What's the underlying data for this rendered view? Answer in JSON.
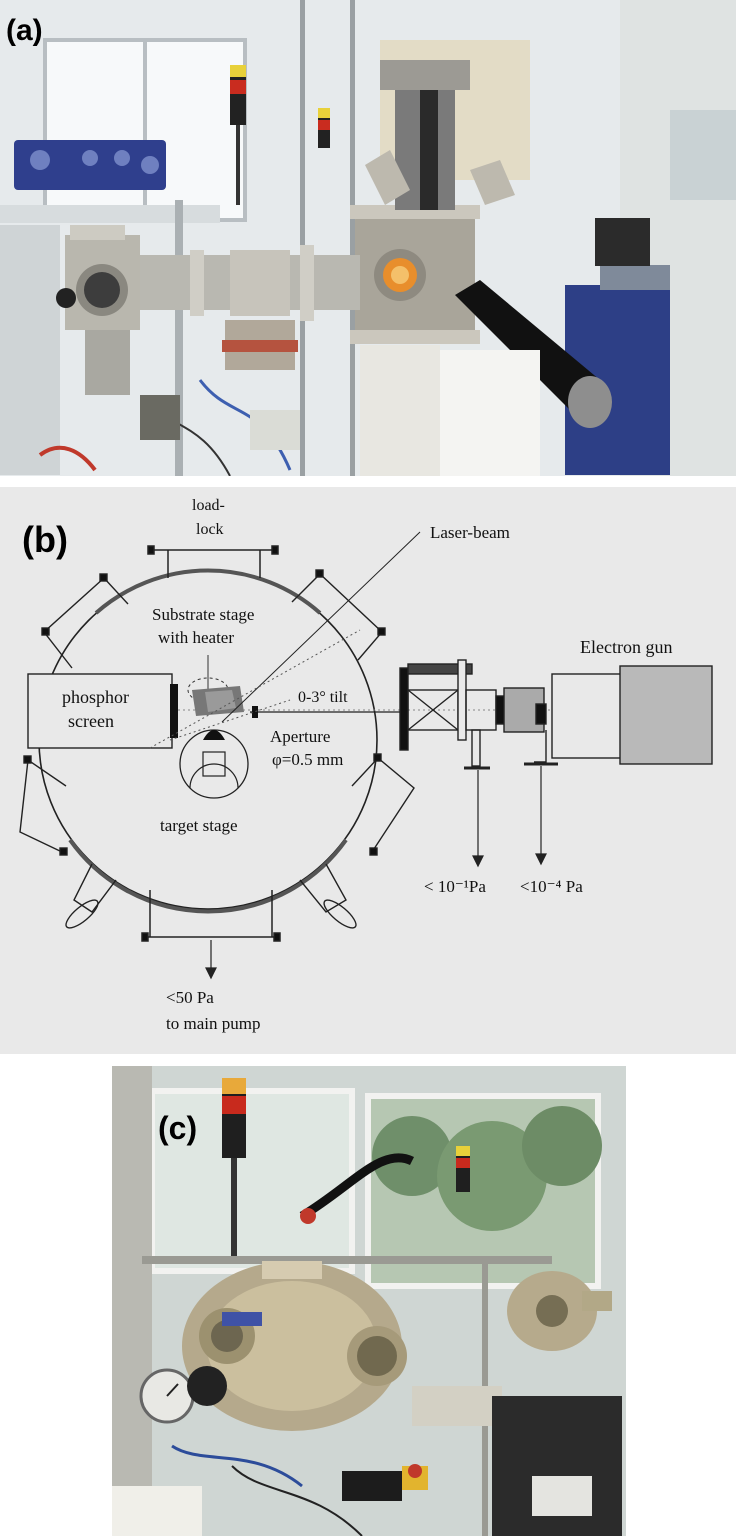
{
  "panels": {
    "a": {
      "label": "(a)"
    },
    "b": {
      "label": "(b)",
      "annotations": {
        "loadlock_1": "load-",
        "loadlock_2": "lock",
        "laser": "Laser-beam",
        "stage_1": "Substrate stage",
        "stage_2": "with heater",
        "electron_gun": "Electron gun",
        "phosphor_1": "phosphor",
        "phosphor_2": "screen",
        "tilt": "0-3° tilt",
        "aperture_1": "Aperture",
        "aperture_2": "φ=0.5 mm",
        "target": "target stage",
        "pressure_1": "< 10⁻¹Pa",
        "pressure_2": "<10⁻⁴ Pa",
        "pump_1": "<50 Pa",
        "pump_2": "to main pump"
      }
    },
    "c": {
      "label": "(c)"
    }
  }
}
